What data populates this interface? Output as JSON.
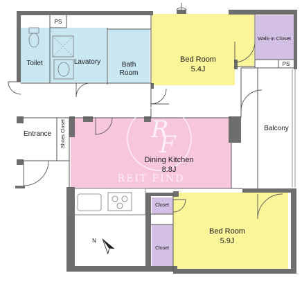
{
  "rooms": {
    "ps_top": "PS",
    "toilet": "Toilet",
    "lavatory": "Lavatory",
    "bath": {
      "line1": "Bath",
      "line2": "Room"
    },
    "bedroom1": {
      "name": "Bed Room",
      "size": "5.4J"
    },
    "walkin": "Walk-in Closet",
    "ps_right": "PS",
    "balcony": "Balcony",
    "entrance": "Entrance",
    "shoes": "Shoes Closet",
    "dining": {
      "name": "Dining Kitchen",
      "size": "8.8J"
    },
    "closet_top": "Closet",
    "closet_bottom": "Closet",
    "bedroom2": {
      "name": "Bed Room",
      "size": "5.9J"
    }
  },
  "compass": {
    "label": "N"
  },
  "watermark": {
    "text": "REIT FIND"
  },
  "colors": {
    "bedroom": "#fbf59a",
    "dining": "#f7c6dd",
    "water": "#c9e7f1",
    "closet": "#d3c0e4",
    "wall": "#6e6e6e"
  }
}
